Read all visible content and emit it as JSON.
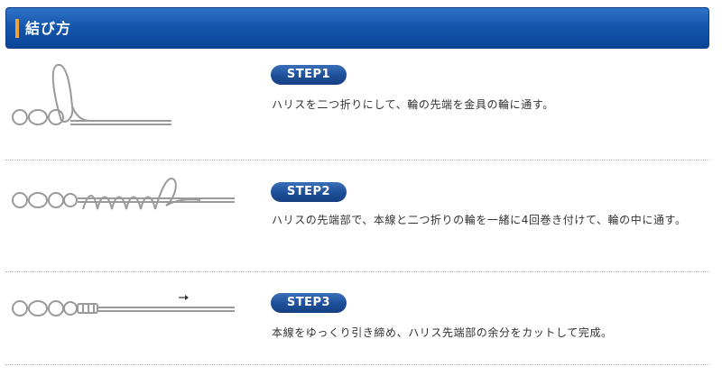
{
  "header": {
    "title": "結び方",
    "accent_color": "#f2a23a",
    "bar_color": "#1457ad"
  },
  "steps": [
    {
      "label": "STEP1",
      "text": "ハリスを二つ折りにして、輪の先端を金具の輪に通す。"
    },
    {
      "label": "STEP2",
      "text": "ハリスの先端部で、本線と二つ折りの輪を一緒に4回巻き付けて、輪の中に通す。"
    },
    {
      "label": "STEP3",
      "text": "本線をゆっくり引き締め、ハリス先端部の余分をカットして完成。"
    }
  ],
  "icons": [
    "swivel-icon",
    "knot-loop-icon",
    "knot-wrap-icon",
    "arrow-right-icon"
  ]
}
